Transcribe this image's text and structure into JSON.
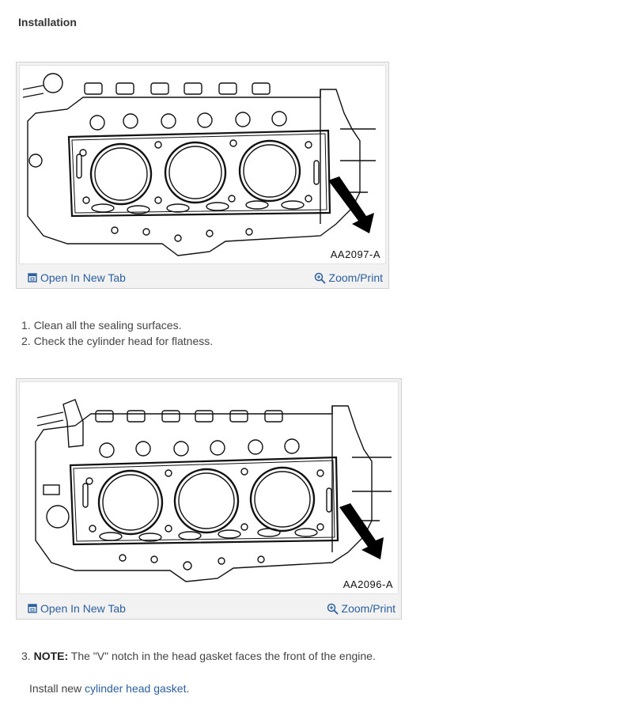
{
  "section_title": "Installation",
  "figures": [
    {
      "code": "AA2097-A",
      "open_label": "Open In New Tab",
      "zoom_label": "Zoom/Print"
    },
    {
      "code": "AA2096-A",
      "open_label": "Open In New Tab",
      "zoom_label": "Zoom/Print"
    }
  ],
  "steps": [
    {
      "num": "1.",
      "text": "Clean all the sealing surfaces."
    },
    {
      "num": "2.",
      "text": "Check the cylinder head for flatness."
    }
  ],
  "step3": {
    "num": "3.",
    "note_label": "NOTE:",
    "note_text": " The \"V\" notch in the head gasket faces the front of the engine."
  },
  "install": {
    "prefix": "Install new ",
    "link": "cylinder head gasket",
    "suffix": "."
  },
  "colors": {
    "link": "#2b5f9e",
    "text": "#444444"
  }
}
